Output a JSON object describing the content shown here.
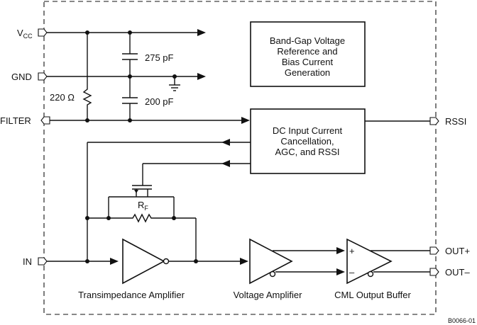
{
  "pins": {
    "vcc_main": "V",
    "vcc_sub": "CC",
    "gnd": "GND",
    "filter": "FILTER",
    "in": "IN",
    "rssi": "RSSI",
    "out_plus": "OUT+",
    "out_minus": "OUT–"
  },
  "components": {
    "cap_top": "275 pF",
    "cap_bottom": "200 pF",
    "resistor_filter": "220 Ω",
    "rf_main": "R",
    "rf_sub": "F"
  },
  "blocks": {
    "bandgap": [
      "Band-Gap Voltage",
      "Reference and",
      "Bias Current",
      "Generation"
    ],
    "dc_cancel": [
      "DC Input Current",
      "Cancellation,",
      "AGC, and RSSI"
    ]
  },
  "stage_labels": {
    "tia": "Transimpedance Amplifier",
    "va": "Voltage Amplifier",
    "cml": "CML Output Buffer"
  },
  "polarity": {
    "plus": "+",
    "minus": "–"
  },
  "figure_code": "B0066-01"
}
